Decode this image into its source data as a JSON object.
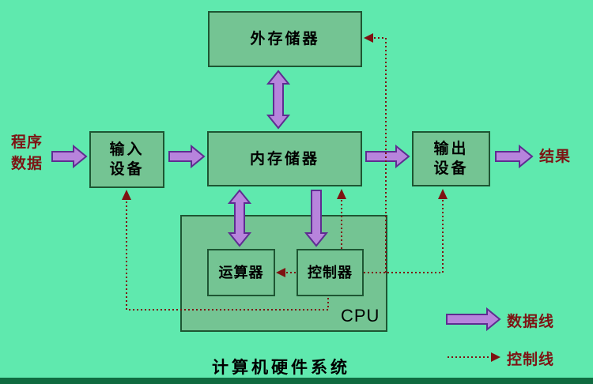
{
  "diagram": {
    "title": "计算机硬件系统",
    "boxes": {
      "external_storage": "外存储器",
      "main_memory": "内存储器",
      "input_device_line1": "输入",
      "input_device_line2": "设备",
      "output_device_line1": "输出",
      "output_device_line2": "设备",
      "alu": "运算器",
      "control_unit": "控制器",
      "cpu": "CPU"
    },
    "annotations": {
      "program_line1": "程序",
      "program_line2": "数据",
      "result": "结果"
    },
    "legend": {
      "data_line": "数据线",
      "control_line": "控制线"
    },
    "colors": {
      "background": "#5FE9AE",
      "box_fill": "#74C493",
      "box_border": "#1E5633",
      "data_arrow_fill": "#B784DC",
      "data_arrow_stroke": "#5E2D91",
      "control_line_color": "#7E1212",
      "annotation_text": "#7D1414",
      "footer_bar": "#0F6B40"
    }
  }
}
